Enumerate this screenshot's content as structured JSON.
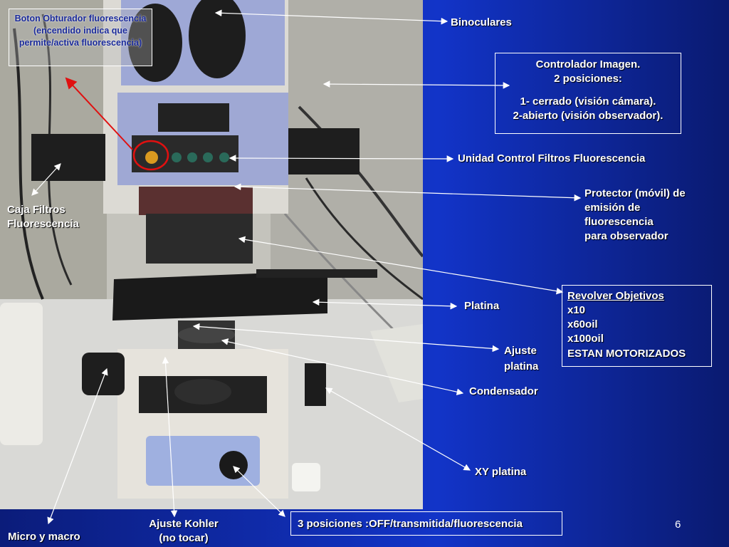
{
  "labels": {
    "boton": "Boton Obturador fluorescencia (encendido indica que permite/activa fluorescencia)",
    "binoculares": "Binoculares",
    "controlador": [
      "Controlador Imagen.",
      "2 posiciones:",
      "",
      "1- cerrado (visión cámara).",
      "2-abierto (visión observador)."
    ],
    "unidad_control": "Unidad Control Filtros Fluorescencia",
    "caja_filtros": [
      "Caja Filtros",
      "Fluorescencia"
    ],
    "protector": [
      "Protector (móvil) de",
      "emisión de",
      "fluorescencia",
      "para observador"
    ],
    "revolver": [
      "Revolver Objetivos",
      "x10",
      "x60oil",
      "x100oil",
      "ESTAN MOTORIZADOS"
    ],
    "platina": "Platina",
    "ajuste_platina": [
      "Ajuste",
      "platina"
    ],
    "condensador": "Condensador",
    "xy_platina": "XY platina",
    "posiciones": "3 posiciones :OFF/transmitida/fluorescencia",
    "kohler": [
      "Ajuste Kohler",
      "(no tocar)"
    ],
    "micro": "Micro y macro",
    "page_number": "6"
  },
  "colors": {
    "background": "#1234c8",
    "label_text": "#ffffff",
    "highlight": "#e01010"
  },
  "icons": [
    "microscope-photo"
  ]
}
